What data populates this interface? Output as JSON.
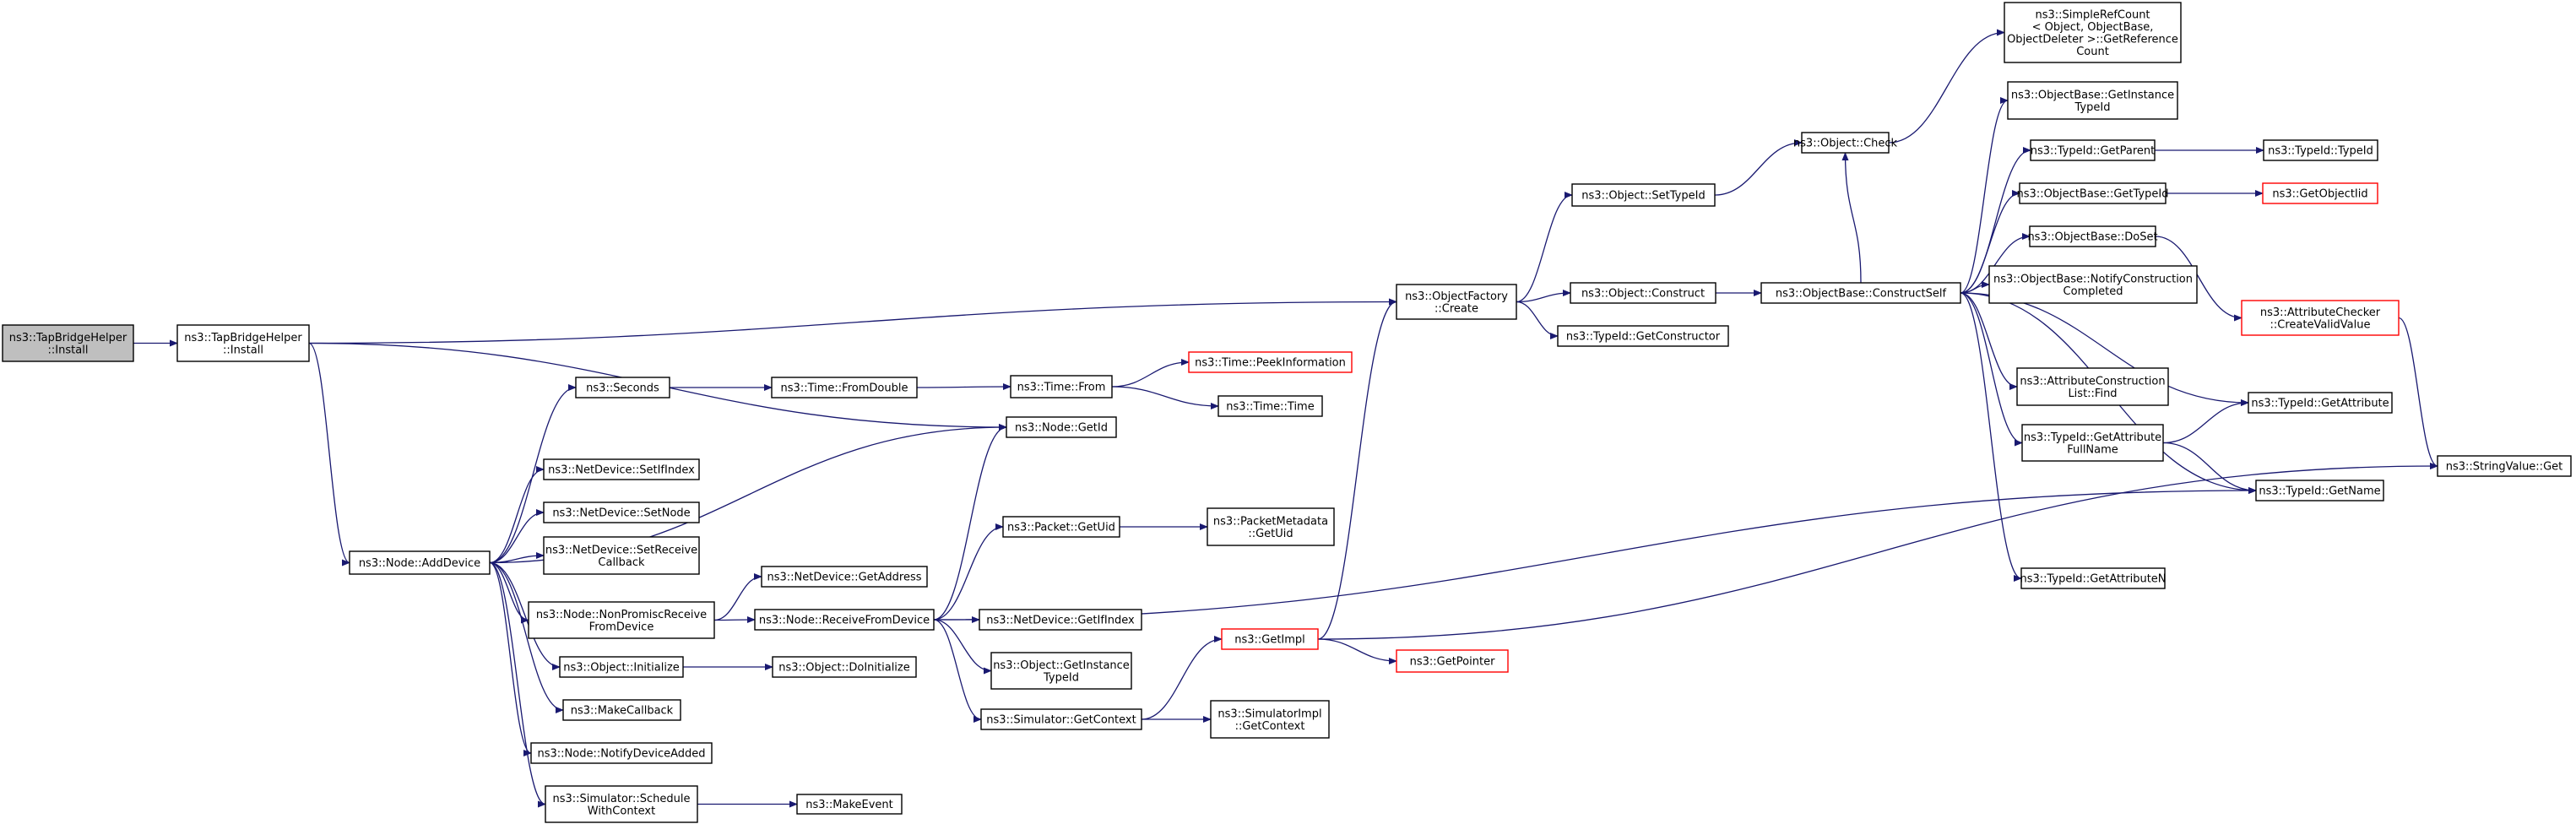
{
  "colors": {
    "edge": "#191970",
    "box_border": "#000000",
    "truncated_border": "#ff0000",
    "root_fill": "#bfbfbf",
    "node_fill": "#ffffff"
  },
  "nodes": [
    {
      "id": "root",
      "lines": [
        "ns3::TapBridgeHelper",
        "::Install"
      ],
      "style": "root"
    },
    {
      "id": "install",
      "lines": [
        "ns3::TapBridgeHelper",
        "::Install"
      ]
    },
    {
      "id": "addDevice",
      "lines": [
        "ns3::Node::AddDevice"
      ]
    },
    {
      "id": "seconds",
      "lines": [
        "ns3::Seconds"
      ]
    },
    {
      "id": "setIfIndex",
      "lines": [
        "ns3::NetDevice::SetIfIndex"
      ]
    },
    {
      "id": "setNode",
      "lines": [
        "ns3::NetDevice::SetNode"
      ]
    },
    {
      "id": "setReceiveCb",
      "lines": [
        "ns3::NetDevice::SetReceive",
        "Callback"
      ]
    },
    {
      "id": "nonPromisc",
      "lines": [
        "ns3::Node::NonPromiscReceive",
        "FromDevice"
      ]
    },
    {
      "id": "objInitialize",
      "lines": [
        "ns3::Object::Initialize"
      ]
    },
    {
      "id": "makeCallback",
      "lines": [
        "ns3::MakeCallback"
      ]
    },
    {
      "id": "notifyDeviceAdded",
      "lines": [
        "ns3::Node::NotifyDeviceAdded"
      ]
    },
    {
      "id": "scheduleWithCtx",
      "lines": [
        "ns3::Simulator::Schedule",
        "WithContext"
      ]
    },
    {
      "id": "timeFromDouble",
      "lines": [
        "ns3::Time::FromDouble"
      ]
    },
    {
      "id": "getAddress",
      "lines": [
        "ns3::NetDevice::GetAddress"
      ]
    },
    {
      "id": "receiveFromDevice",
      "lines": [
        "ns3::Node::ReceiveFromDevice"
      ]
    },
    {
      "id": "doInitialize",
      "lines": [
        "ns3::Object::DoInitialize"
      ]
    },
    {
      "id": "makeEvent",
      "lines": [
        "ns3::MakeEvent"
      ]
    },
    {
      "id": "timeFrom",
      "lines": [
        "ns3::Time::From"
      ]
    },
    {
      "id": "nodeGetId",
      "lines": [
        "ns3::Node::GetId"
      ]
    },
    {
      "id": "packetGetUid",
      "lines": [
        "ns3::Packet::GetUid"
      ]
    },
    {
      "id": "netDevGetIfIndex",
      "lines": [
        "ns3::NetDevice::GetIfIndex"
      ]
    },
    {
      "id": "objGetInstanceTypeId",
      "lines": [
        "ns3::Object::GetInstance",
        "TypeId"
      ]
    },
    {
      "id": "simGetContext",
      "lines": [
        "ns3::Simulator::GetContext"
      ]
    },
    {
      "id": "peekInformation",
      "lines": [
        "ns3::Time::PeekInformation"
      ],
      "style": "truncated"
    },
    {
      "id": "timeTime",
      "lines": [
        "ns3::Time::Time"
      ]
    },
    {
      "id": "packetMetaGetUid",
      "lines": [
        "ns3::PacketMetadata",
        "::GetUid"
      ]
    },
    {
      "id": "getImpl",
      "lines": [
        "ns3::GetImpl"
      ],
      "style": "truncated"
    },
    {
      "id": "simImplGetContext",
      "lines": [
        "ns3::SimulatorImpl",
        "::GetContext"
      ]
    },
    {
      "id": "objFactoryCreate",
      "lines": [
        "ns3::ObjectFactory",
        "::Create"
      ]
    },
    {
      "id": "getPointer",
      "lines": [
        "ns3::GetPointer"
      ],
      "style": "truncated"
    },
    {
      "id": "objSetTypeId",
      "lines": [
        "ns3::Object::SetTypeId"
      ]
    },
    {
      "id": "objConstruct",
      "lines": [
        "ns3::Object::Construct"
      ]
    },
    {
      "id": "typeIdGetConstructor",
      "lines": [
        "ns3::TypeId::GetConstructor"
      ]
    },
    {
      "id": "objCheck",
      "lines": [
        "ns3::Object::Check"
      ]
    },
    {
      "id": "constructSelf",
      "lines": [
        "ns3::ObjectBase::ConstructSelf"
      ]
    },
    {
      "id": "simpleRefCount",
      "lines": [
        "ns3::SimpleRefCount",
        "< Object, ObjectBase,",
        "ObjectDeleter >::GetReference",
        "Count"
      ]
    },
    {
      "id": "objBaseGetInstanceTypeId",
      "lines": [
        "ns3::ObjectBase::GetInstance",
        "TypeId"
      ]
    },
    {
      "id": "typeIdGetParent",
      "lines": [
        "ns3::TypeId::GetParent"
      ]
    },
    {
      "id": "objBaseGetTypeId",
      "lines": [
        "ns3::ObjectBase::GetTypeId"
      ]
    },
    {
      "id": "objBaseDoSet",
      "lines": [
        "ns3::ObjectBase::DoSet"
      ]
    },
    {
      "id": "notifyConstructionCompleted",
      "lines": [
        "ns3::ObjectBase::NotifyConstruction",
        "Completed"
      ]
    },
    {
      "id": "attrConstructionListFind",
      "lines": [
        "ns3::AttributeConstruction",
        "List::Find"
      ]
    },
    {
      "id": "typeIdGetAttributeFullName",
      "lines": [
        "ns3::TypeId::GetAttribute",
        "FullName"
      ]
    },
    {
      "id": "typeIdGetAttributeN",
      "lines": [
        "ns3::TypeId::GetAttributeN"
      ]
    },
    {
      "id": "typeIdTypeId",
      "lines": [
        "ns3::TypeId::TypeId"
      ]
    },
    {
      "id": "getObjectIid",
      "lines": [
        "ns3::GetObjectIid"
      ],
      "style": "truncated"
    },
    {
      "id": "createValidValue",
      "lines": [
        "ns3::AttributeChecker",
        "::CreateValidValue"
      ],
      "style": "truncated"
    },
    {
      "id": "typeIdGetAttribute",
      "lines": [
        "ns3::TypeId::GetAttribute"
      ]
    },
    {
      "id": "typeIdGetName",
      "lines": [
        "ns3::TypeId::GetName"
      ]
    },
    {
      "id": "stringValueGet",
      "lines": [
        "ns3::StringValue::Get"
      ]
    }
  ],
  "edges": [
    [
      "root",
      "install"
    ],
    [
      "install",
      "objFactoryCreate"
    ],
    [
      "install",
      "nodeGetId"
    ],
    [
      "install",
      "addDevice"
    ],
    [
      "addDevice",
      "seconds"
    ],
    [
      "addDevice",
      "nodeGetId"
    ],
    [
      "addDevice",
      "setIfIndex"
    ],
    [
      "addDevice",
      "setNode"
    ],
    [
      "addDevice",
      "setReceiveCb"
    ],
    [
      "addDevice",
      "nonPromisc"
    ],
    [
      "addDevice",
      "objInitialize"
    ],
    [
      "addDevice",
      "makeCallback"
    ],
    [
      "addDevice",
      "notifyDeviceAdded"
    ],
    [
      "addDevice",
      "scheduleWithCtx"
    ],
    [
      "seconds",
      "timeFromDouble"
    ],
    [
      "timeFromDouble",
      "timeFrom"
    ],
    [
      "timeFrom",
      "peekInformation"
    ],
    [
      "timeFrom",
      "timeTime"
    ],
    [
      "nonPromisc",
      "getAddress"
    ],
    [
      "nonPromisc",
      "receiveFromDevice"
    ],
    [
      "receiveFromDevice",
      "nodeGetId"
    ],
    [
      "receiveFromDevice",
      "packetGetUid"
    ],
    [
      "receiveFromDevice",
      "netDevGetIfIndex"
    ],
    [
      "receiveFromDevice",
      "objGetInstanceTypeId"
    ],
    [
      "receiveFromDevice",
      "simGetContext"
    ],
    [
      "receiveFromDevice",
      "typeIdGetName"
    ],
    [
      "packetGetUid",
      "packetMetaGetUid"
    ],
    [
      "objInitialize",
      "doInitialize"
    ],
    [
      "scheduleWithCtx",
      "makeEvent"
    ],
    [
      "simGetContext",
      "getImpl"
    ],
    [
      "simGetContext",
      "simImplGetContext"
    ],
    [
      "getImpl",
      "objFactoryCreate"
    ],
    [
      "getImpl",
      "getPointer"
    ],
    [
      "getImpl",
      "stringValueGet"
    ],
    [
      "objFactoryCreate",
      "objSetTypeId"
    ],
    [
      "objFactoryCreate",
      "objConstruct"
    ],
    [
      "objFactoryCreate",
      "typeIdGetConstructor"
    ],
    [
      "objSetTypeId",
      "objCheck"
    ],
    [
      "objCheck",
      "simpleRefCount"
    ],
    [
      "objConstruct",
      "constructSelf"
    ],
    [
      "constructSelf",
      "objCheck"
    ],
    [
      "constructSelf",
      "objBaseGetInstanceTypeId"
    ],
    [
      "constructSelf",
      "typeIdGetParent"
    ],
    [
      "constructSelf",
      "objBaseGetTypeId"
    ],
    [
      "constructSelf",
      "objBaseDoSet"
    ],
    [
      "constructSelf",
      "notifyConstructionCompleted"
    ],
    [
      "constructSelf",
      "attrConstructionListFind"
    ],
    [
      "constructSelf",
      "typeIdGetAttributeFullName"
    ],
    [
      "constructSelf",
      "typeIdGetAttributeN"
    ],
    [
      "constructSelf",
      "typeIdGetAttribute"
    ],
    [
      "constructSelf",
      "typeIdGetName"
    ],
    [
      "typeIdGetParent",
      "typeIdTypeId"
    ],
    [
      "objBaseGetTypeId",
      "getObjectIid"
    ],
    [
      "objBaseDoSet",
      "createValidValue"
    ],
    [
      "createValidValue",
      "stringValueGet"
    ],
    [
      "typeIdGetAttributeFullName",
      "typeIdGetAttribute"
    ],
    [
      "typeIdGetAttributeFullName",
      "typeIdGetName"
    ]
  ]
}
